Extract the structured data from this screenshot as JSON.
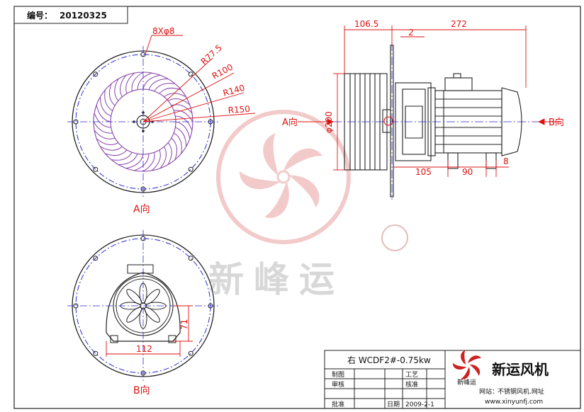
{
  "drawing_no_label": "编号：",
  "drawing_no": "20120325",
  "watermark": {
    "brand": "新峰运",
    "registered": "®"
  },
  "colors": {
    "dimension": "#dd1111",
    "outline": "#222222",
    "center": "#2a2ad0",
    "blade": "#8844aa",
    "watermark": "#e8a0a0"
  },
  "top_left_view": {
    "bolt_holes": "8Xφ8",
    "radii": [
      "R77.5",
      "R100",
      "R140",
      "R150"
    ],
    "label": "A向"
  },
  "side_view": {
    "dims": {
      "inlet_depth": "106.5",
      "plate": "2",
      "overall": "272",
      "diameter": "φ200",
      "foot_a": "105",
      "foot_b": "90",
      "foot_c": "8"
    },
    "left_label": "A向",
    "right_label": "B向"
  },
  "bottom_view": {
    "height": "71",
    "width": "112",
    "label": "B向"
  },
  "title_block": {
    "model": "右  WCDF2#-0.75kw",
    "company": "新运风机",
    "logo_text": "新峰运",
    "site_label": "网站：",
    "site_name": "不锈钢风机.网址",
    "url": "www.xinyunfj.com",
    "rows": [
      {
        "l1": "制图",
        "l2": "工艺"
      },
      {
        "l1": "审核",
        "l2": "核准"
      },
      {
        "l1": "批准",
        "l2": "日期",
        "date": "2009-2-1"
      }
    ]
  }
}
